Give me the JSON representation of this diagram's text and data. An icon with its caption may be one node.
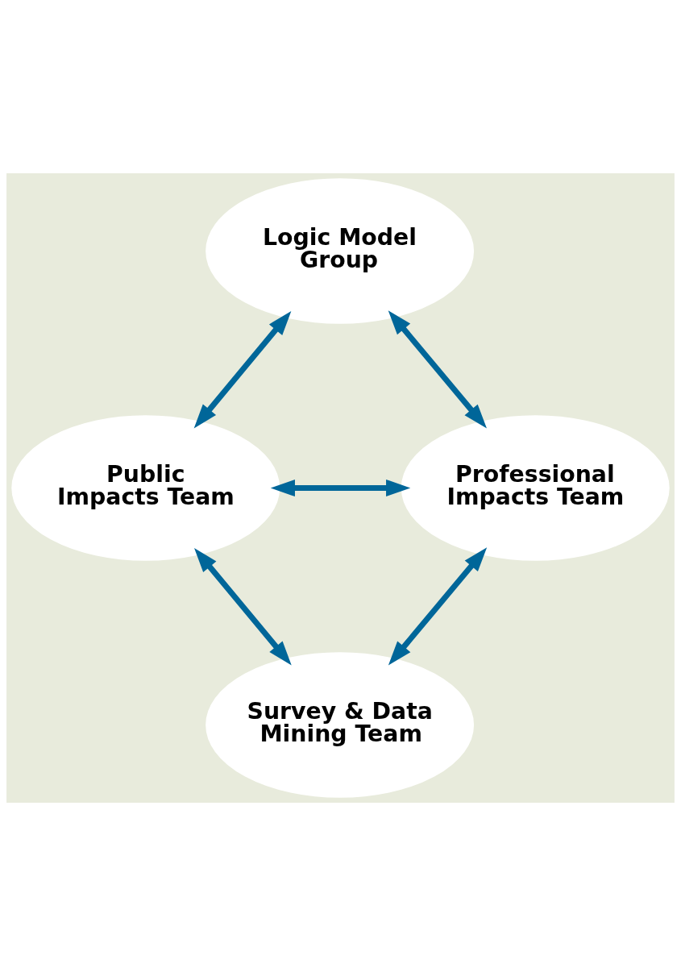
{
  "diagram": {
    "nodes": [
      {
        "text": [
          "Logic Model Group"
        ]
      },
      {
        "text": [
          "Public Impacts Team"
        ]
      },
      {
        "text": [
          "Professional Impacts Team"
        ]
      },
      {
        "text": [
          "Survey & Data Mining Team"
        ]
      }
    ],
    "edges": [
      {
        "from": 0,
        "to": 1,
        "arrow": "both"
      },
      {
        "from": 0,
        "to": 2,
        "arrow": "both"
      },
      {
        "from": 1,
        "to": 2,
        "arrow": "both"
      },
      {
        "from": 1,
        "to": 3,
        "arrow": "both"
      },
      {
        "from": 2,
        "to": 3,
        "arrow": "both"
      }
    ]
  }
}
